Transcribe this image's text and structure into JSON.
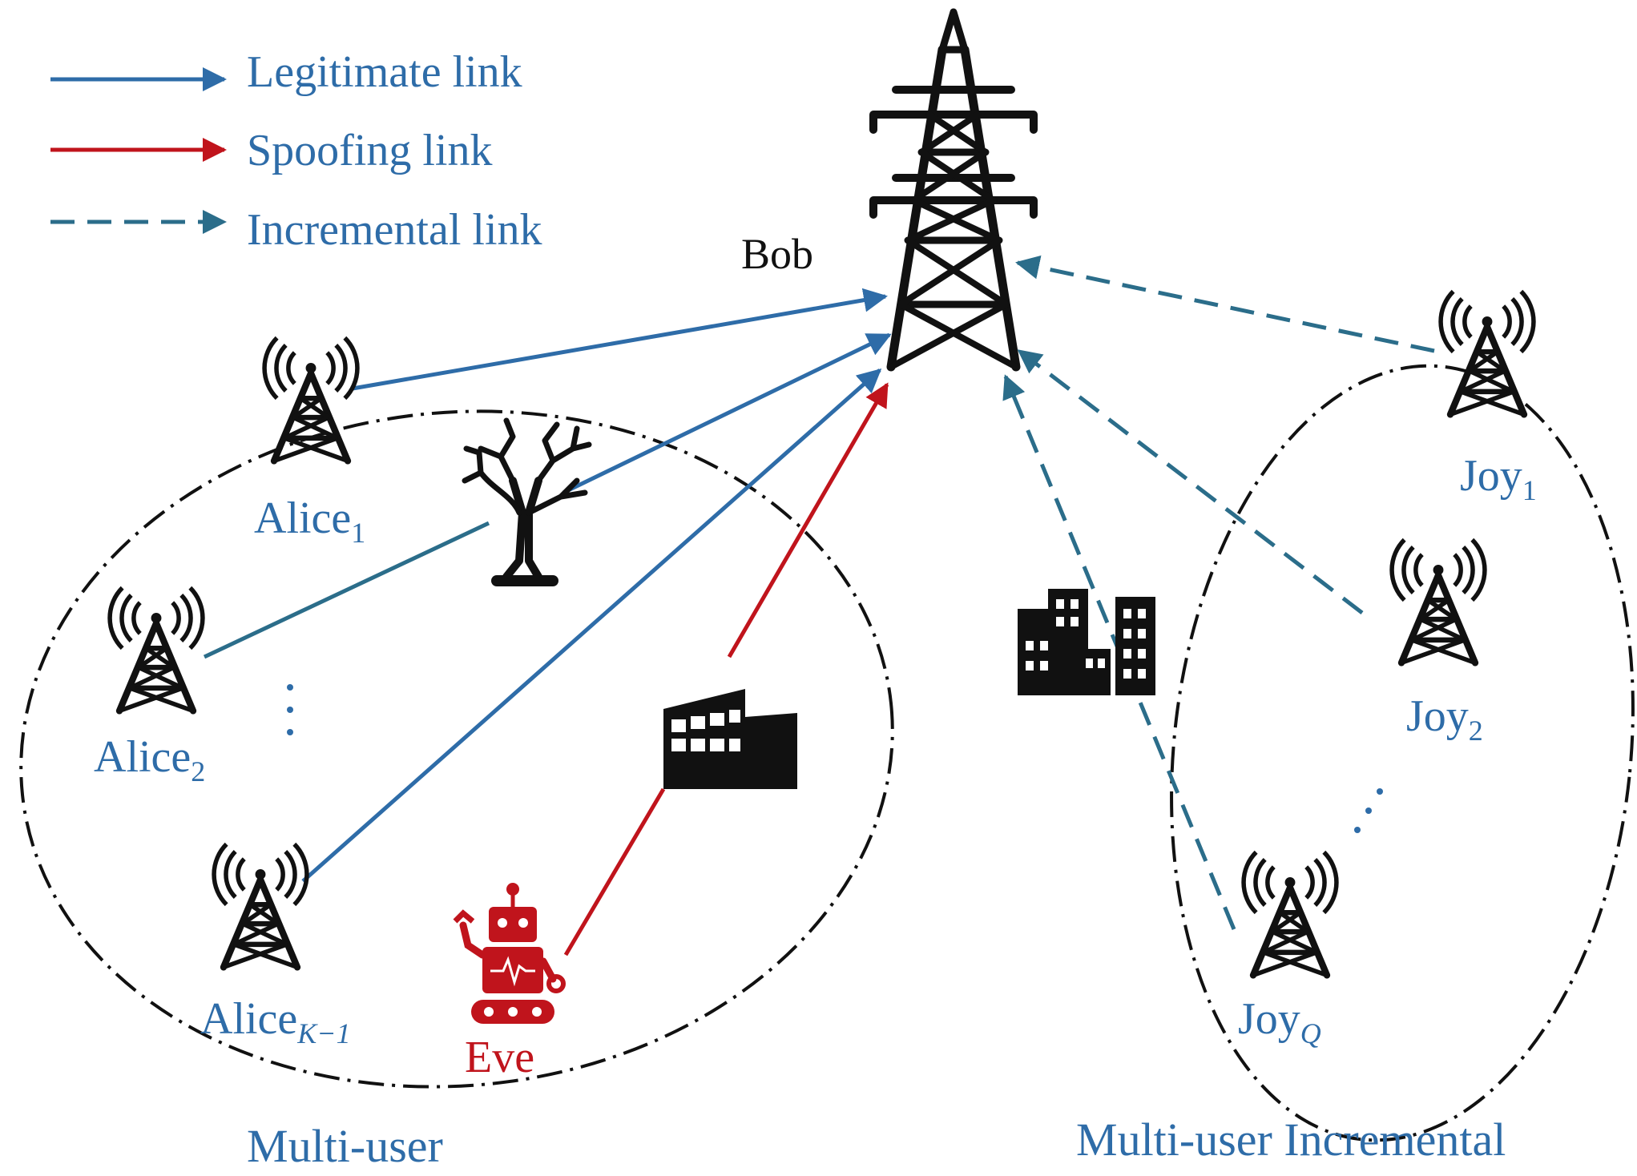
{
  "legend": {
    "legitimate": "Legitimate link",
    "spoofing": "Spoofing link",
    "incremental": "Incremental link"
  },
  "nodes": {
    "bob": "Bob",
    "alice1": {
      "base": "Alice",
      "sub": "1"
    },
    "alice2": {
      "base": "Alice",
      "sub": "2"
    },
    "aliceK": {
      "base": "Alice",
      "sub": "K−1"
    },
    "eve": "Eve",
    "joy1": {
      "base": "Joy",
      "sub": "1"
    },
    "joy2": {
      "base": "Joy",
      "sub": "2"
    },
    "joyQ": {
      "base": "Joy",
      "sub": "Q"
    }
  },
  "groups": {
    "multi_user": "Multi-user",
    "multi_user_incremental": "Multi-user Incremental"
  },
  "colors": {
    "legitimate": "#2e6ca8",
    "spoofing": "#c0141c",
    "incremental": "#2b6d8a",
    "label_blue": "#2e6ca8",
    "eve_red": "#c0141c",
    "icon": "#111111"
  }
}
